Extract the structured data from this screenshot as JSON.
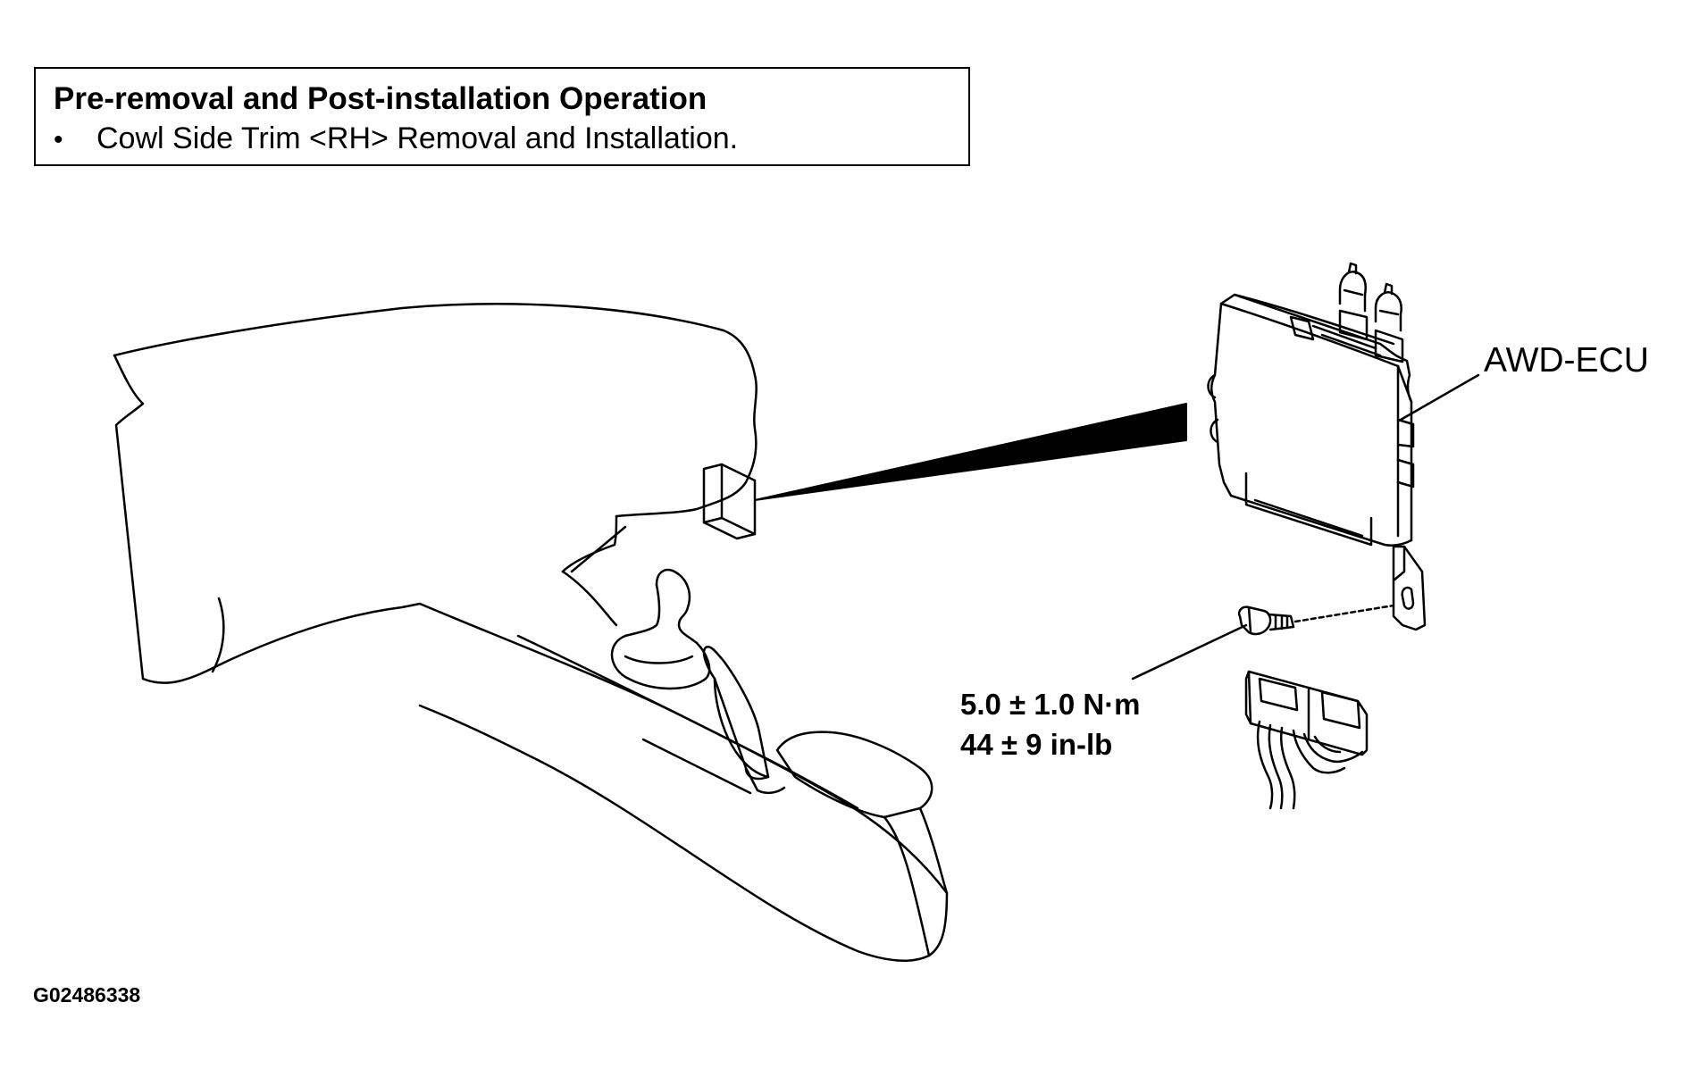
{
  "operation_box": {
    "title": "Pre-removal and Post-installation Operation",
    "bullet": "•",
    "item": "Cowl Side Trim <RH> Removal and Installation."
  },
  "labels": {
    "component": "AWD-ECU",
    "torque_metric": "5.0 ± 1.0 N·m",
    "torque_imperial": "44 ± 9 in-lb"
  },
  "figure_id": "G02486338",
  "colors": {
    "ink": "#000000",
    "paper": "#ffffff"
  }
}
